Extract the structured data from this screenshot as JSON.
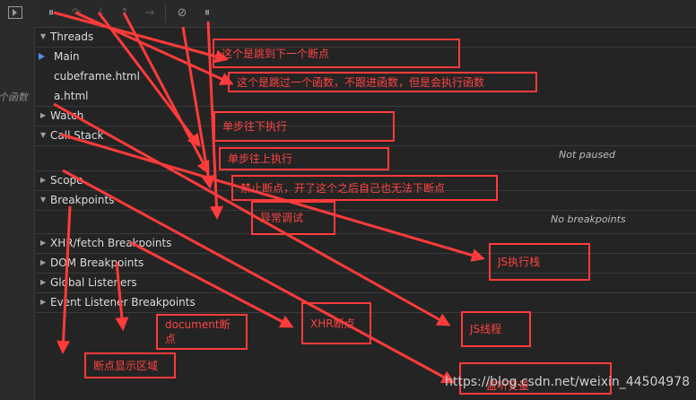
{
  "left_strip": {
    "clipped_text": "个函数"
  },
  "toolbar": {
    "buttons": [
      {
        "name": "pause-resume",
        "glyph": "⏸"
      },
      {
        "name": "step-over",
        "glyph": "↷"
      },
      {
        "name": "step-into",
        "glyph": "↓"
      },
      {
        "name": "step-out",
        "glyph": "↑"
      },
      {
        "name": "step",
        "glyph": "→"
      },
      {
        "name": "deactivate-breakpoints",
        "glyph": "⊘"
      },
      {
        "name": "pause-on-exceptions",
        "glyph": "⏸"
      }
    ]
  },
  "sections": {
    "threads": "Threads",
    "thread_items": [
      "Main",
      "cubeframe.html",
      "a.html"
    ],
    "watch": "Watch",
    "call_stack": "Call Stack",
    "call_stack_message": "Not paused",
    "scope": "Scope",
    "breakpoints": "Breakpoints",
    "breakpoints_message": "No breakpoints",
    "xhr": "XHR/fetch Breakpoints",
    "dom": "DOM Breakpoints",
    "global": "Global Listeners",
    "event": "Event Listener Breakpoints"
  },
  "annotations": [
    "这个是跳到下一个断点",
    "这个是跳过一个函数，不跟进函数，但是会执行函数",
    "单步往下执行",
    "单步往上执行",
    "禁止断点，开了这个之后自己也无法下断点",
    "异常调试",
    "JS执行栈",
    "document断点",
    "XHR断点",
    "JS线程",
    "断点显示区域",
    "监听变量"
  ],
  "watermark": "https://blog.csdn.net/weixin_44504978",
  "colors": {
    "annotation_red": "#ff3b3b",
    "background": "#242424",
    "accent_blue": "#4f8ef0"
  }
}
